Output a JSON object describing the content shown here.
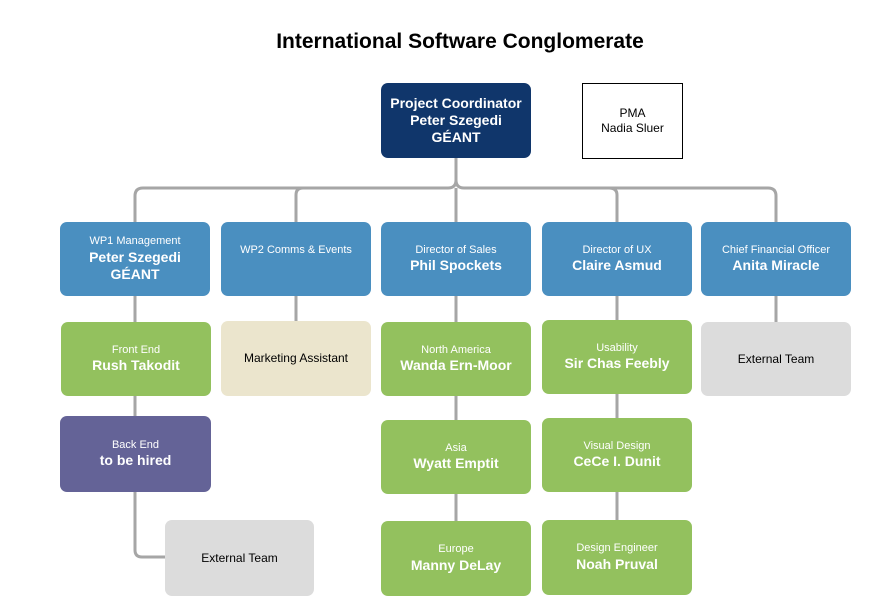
{
  "title": "International Software Conglomerate",
  "coordinator": {
    "role": "Project Coordinator",
    "name": "Peter Szegedi",
    "org": "GÉANT"
  },
  "pma": {
    "role": "PMA",
    "name": "Nadia Sluer"
  },
  "wp1": {
    "head": {
      "role": "WP1 Management",
      "name": "Peter Szegedi",
      "org": "GÉANT"
    },
    "front_end": {
      "role": "Front End",
      "name": "Rush Takodit"
    },
    "back_end": {
      "role": "Back End",
      "name": "to be hired"
    },
    "external": {
      "label": "External Team"
    }
  },
  "wp2": {
    "head": {
      "role": "WP2 Comms & Events"
    },
    "assistant": {
      "label": "Marketing Assistant"
    }
  },
  "sales": {
    "head": {
      "role": "Director of Sales",
      "name": "Phil Spockets"
    },
    "north_america": {
      "role": "North America",
      "name": "Wanda Ern-Moor"
    },
    "asia": {
      "role": "Asia",
      "name": "Wyatt Emptit"
    },
    "europe": {
      "role": "Europe",
      "name": "Manny DeLay"
    }
  },
  "ux": {
    "head": {
      "role": "Director of UX",
      "name": "Claire Asmud"
    },
    "usability": {
      "role": "Usability",
      "name": "Sir Chas Feebly"
    },
    "visual_design": {
      "role": "Visual Design",
      "name": "CeCe I. Dunit"
    },
    "design_engineer": {
      "role": "Design Engineer",
      "name": "Noah Pruval"
    }
  },
  "cfo": {
    "head": {
      "role": "Chief Financial Officer",
      "name": "Anita Miracle"
    },
    "external": {
      "label": "External Team"
    }
  },
  "colors": {
    "coordinator": "#10366b",
    "manager": "#4a8fc0",
    "staff": "#93c15e",
    "vacancy": "#646397",
    "assistant": "#ebe5cd",
    "external": "#dcdcdc",
    "connector": "#a6a6a6"
  }
}
